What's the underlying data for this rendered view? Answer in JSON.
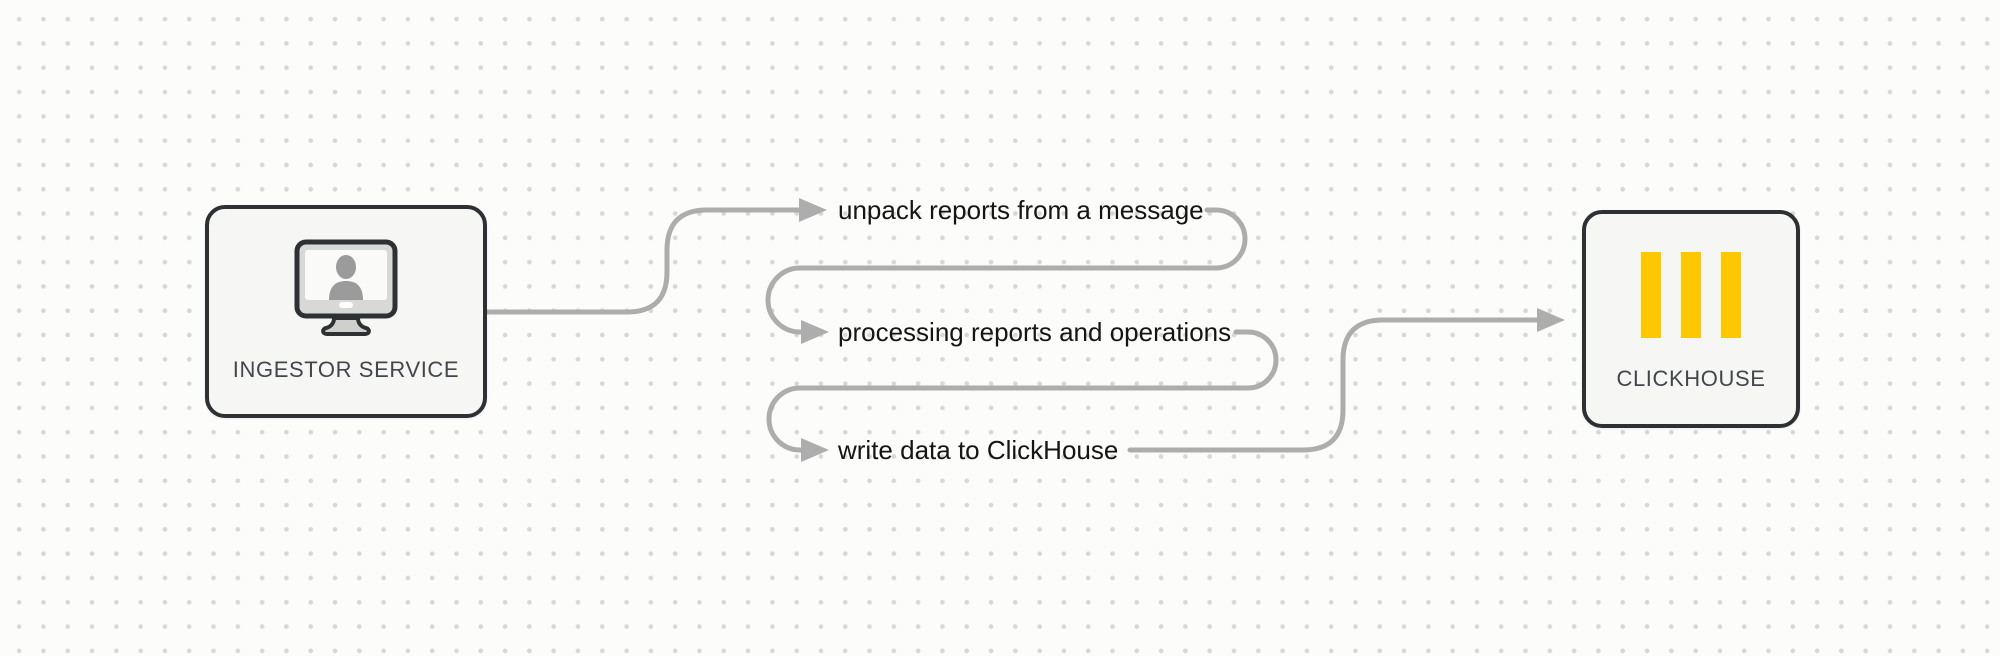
{
  "nodes": [
    {
      "id": "ingestor-service",
      "label": "INGESTOR SERVICE",
      "icon": "user-monitor-icon"
    },
    {
      "id": "clickhouse",
      "label": "CLICKHOUSE",
      "icon": "clickhouse-bars-icon"
    }
  ],
  "steps": [
    {
      "label": "unpack reports from a message"
    },
    {
      "label": "processing reports and operations"
    },
    {
      "label": "write data to ClickHouse"
    }
  ],
  "flow_direction": "INGESTOR SERVICE → steps → CLICKHOUSE",
  "colors": {
    "canvas_background": "#fcfcfb",
    "grid_dot": "#d7d7d5",
    "connector": "#adadad",
    "node_border": "#2d3134",
    "node_fill": "#f6f7f5",
    "node_label_text": "#43474b",
    "step_label_text": "#151515",
    "clickhouse_yellow": "#fdc800",
    "silhouette_gray": "#9b9b9b"
  }
}
